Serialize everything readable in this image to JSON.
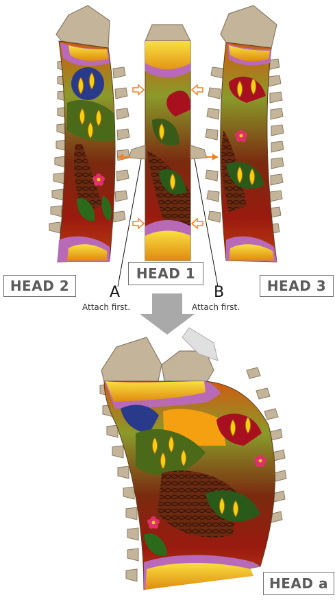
{
  "labels": {
    "head1": "HEAD 1",
    "head2": "HEAD 2",
    "head3": "HEAD 3",
    "head_a": "HEAD a"
  },
  "markers": {
    "a_letter": "A",
    "a_note": "Attach first.",
    "b_letter": "B",
    "b_note": "Attach first."
  },
  "colors": {
    "tab": "#c4b49a",
    "tab_outline": "#8a7a62",
    "arrow": "#f08020",
    "down_arrow": "#a9a9a9",
    "dark_red": "#8b1010",
    "gold": "#f4c010",
    "purple": "#b86ab8",
    "olive": "#8a9a2a",
    "bark": "#6a2a10"
  }
}
